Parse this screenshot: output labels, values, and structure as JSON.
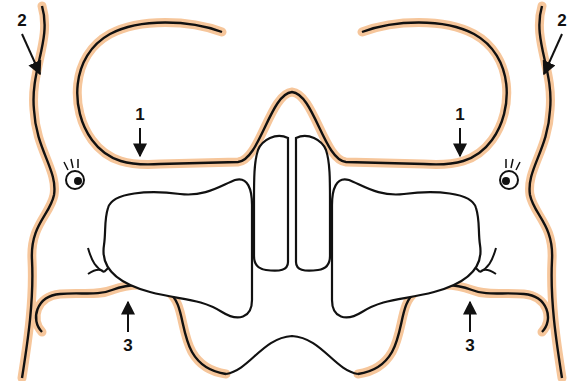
{
  "diagram": {
    "labels": [
      "2",
      "2",
      "1",
      "1",
      "3",
      "3"
    ]
  }
}
